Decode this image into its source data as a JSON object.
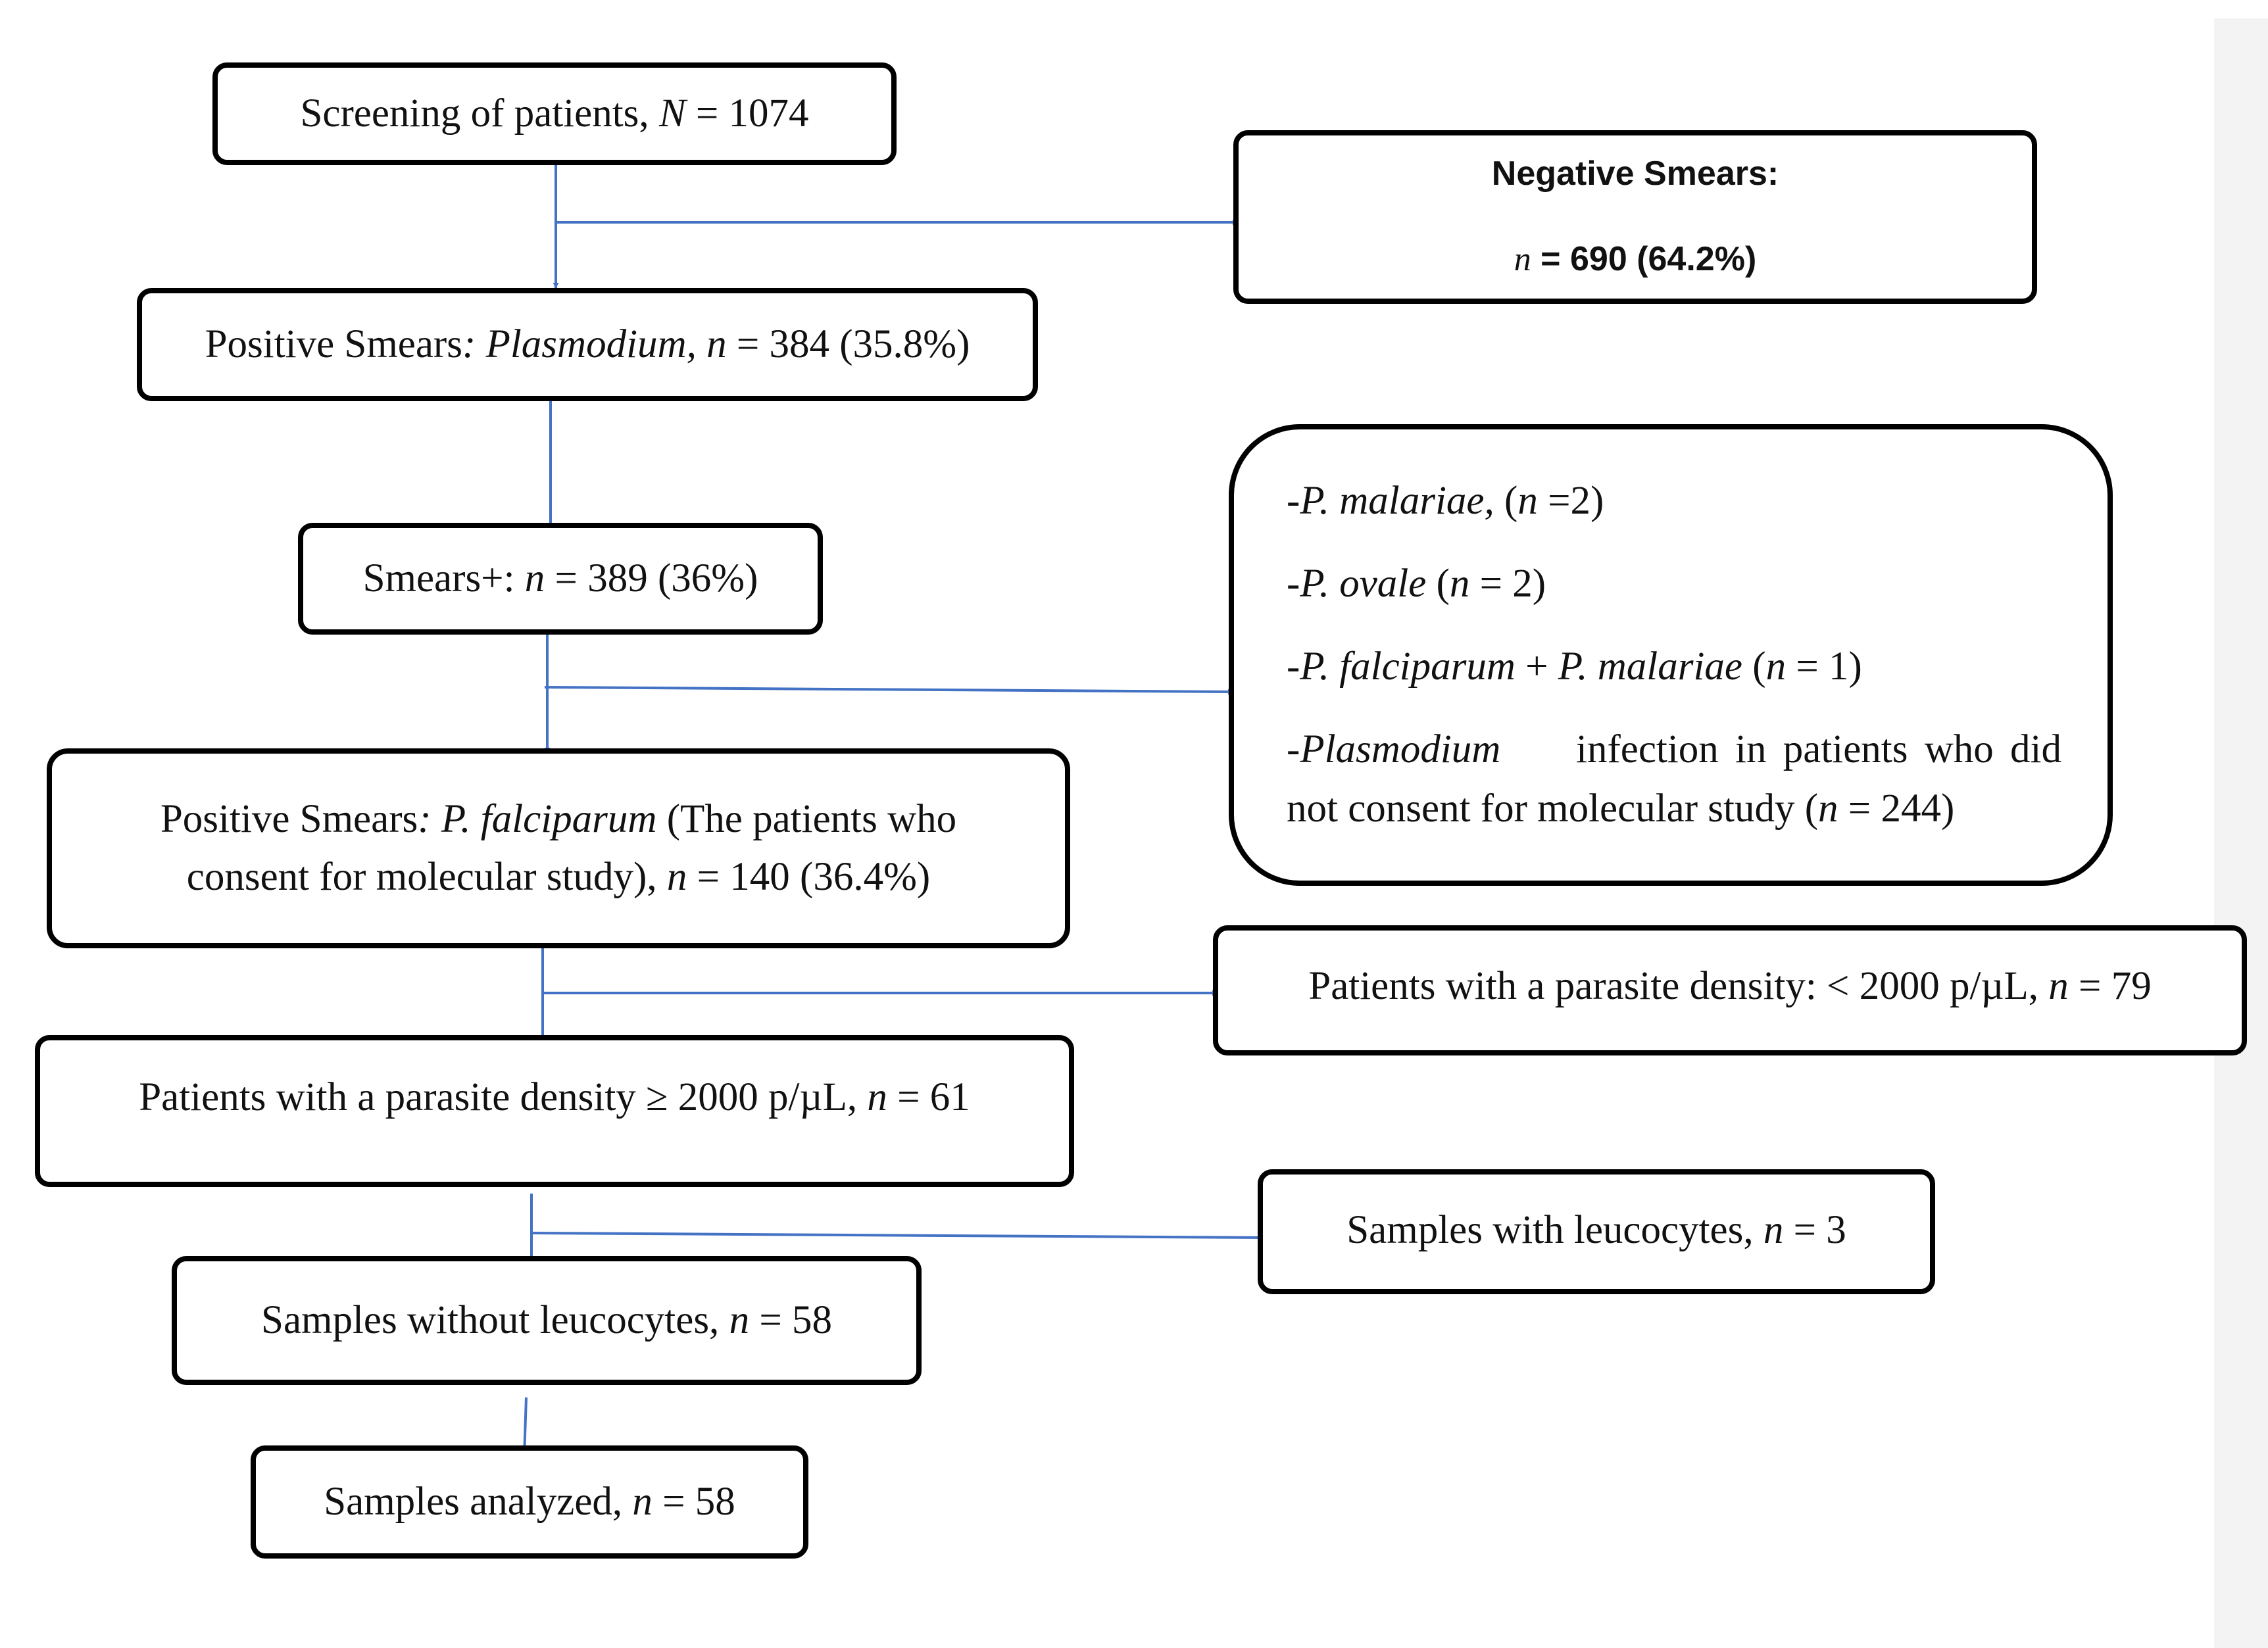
{
  "colors": {
    "arrow": "#4472C4",
    "border": "#000000",
    "side_panel": "#f3f3f3"
  },
  "screening": {
    "text": "Screening of patients, ",
    "n_label": "N",
    "n_value": " = 1074"
  },
  "negative": {
    "title": "Negative Smears:",
    "n_label": "n",
    "n_value": " = 690 (64.2%)"
  },
  "positive_plasmodium": {
    "prefix": "Positive Smears",
    "colon": ": ",
    "genus": "Plasmodium,",
    "n_label": "n",
    "n_value": " = 384 (35.8%)"
  },
  "smears_plus": {
    "prefix": "Smears+: ",
    "n_label": "n",
    "n_value": " = 389 (36%)"
  },
  "excluded_species": {
    "malariae": {
      "species": "-P. malariae,",
      "open": " (",
      "n_label": "n",
      "value": " =2)"
    },
    "ovale": {
      "species": "-P. ovale",
      "open": " (",
      "n_label": "n",
      "value": " = 2)"
    },
    "mixed": {
      "species": "-P. falciparum",
      "plus": " + ",
      "species2": "P. malariae",
      "open": " (",
      "n_label": "n",
      "value": " = 1)"
    },
    "no_consent": {
      "genus": "-Plasmodium",
      "line1_rest": " infection in patients who did",
      "line2_start": "not consent for molecular study (",
      "n_label": "n",
      "value": " = 244)"
    }
  },
  "positive_falciparum": {
    "prefix": "Positive Smears",
    "colon": ": ",
    "species": "P. falciparum",
    "line1_rest": " (The patients who",
    "line2_start": "consent for molecular study), ",
    "n_label": "n",
    "n_value": " = 140 (36.4%)"
  },
  "low_density": {
    "text": "Patients with a parasite density: < 2000 p/µL, ",
    "n_label": "n",
    "n_value": " = 79"
  },
  "high_density": {
    "text": "Patients with a parasite density ≥ 2000 p/µL, ",
    "n_label": "n",
    "n_value": " = 61"
  },
  "with_leucocytes": {
    "text": "Samples with leucocytes, ",
    "n_label": "n",
    "n_value": " = 3"
  },
  "without_leucocytes": {
    "text": "Samples without leucocytes, ",
    "n_label": "n",
    "n_value": " = 58"
  },
  "analyzed": {
    "text": "Samples analyzed, ",
    "n_label": "n",
    "n_value": " = 58"
  }
}
